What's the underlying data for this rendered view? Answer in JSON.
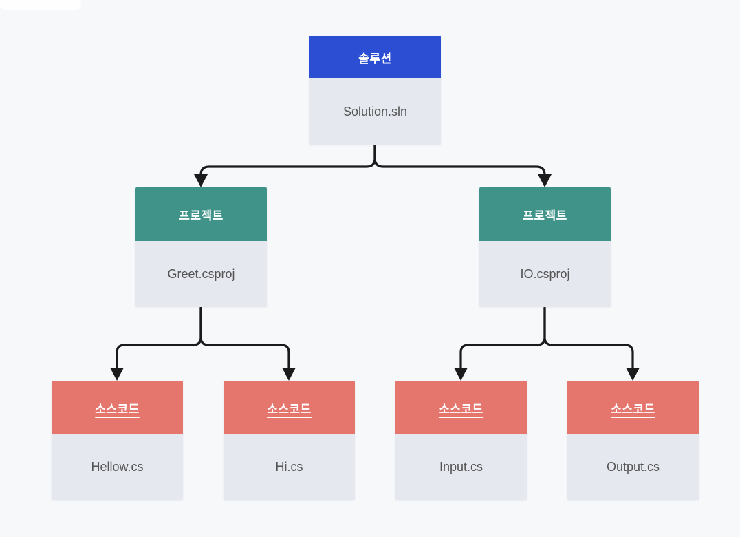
{
  "diagram": {
    "solution": {
      "type_label": "솔루션",
      "name": "Solution.sln"
    },
    "projects": [
      {
        "type_label": "프로젝트",
        "name": "Greet.csproj"
      },
      {
        "type_label": "프로젝트",
        "name": "IO.csproj"
      }
    ],
    "sources": [
      {
        "type_label": "소스코드",
        "name": "Hellow.cs"
      },
      {
        "type_label": "소스코드",
        "name": "Hi.cs"
      },
      {
        "type_label": "소스코드",
        "name": "Input.cs"
      },
      {
        "type_label": "소스코드",
        "name": "Output.cs"
      }
    ],
    "colors": {
      "background": "#f7f8fa",
      "solution_header": "#2c4ed2",
      "project_header": "#3f9389",
      "source_header": "#e5766e",
      "node_body": "#e5e8ee",
      "header_text": "#ffffff",
      "body_text": "#555555",
      "connector": "#1b1b1b"
    }
  }
}
